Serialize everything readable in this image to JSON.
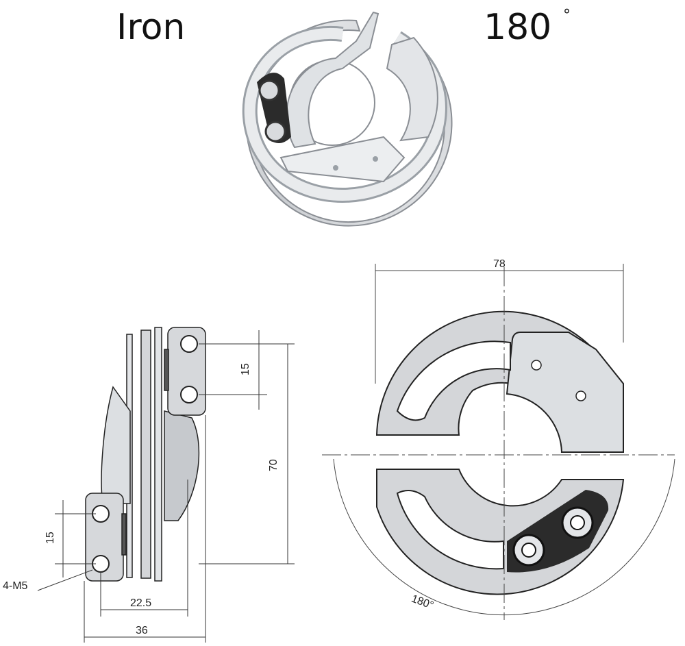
{
  "header": {
    "material": "Iron",
    "angle": "180",
    "degree_symbol": "°"
  },
  "side_view": {
    "dimensions": {
      "hole_spacing_top": "15",
      "height": "70",
      "hole_spacing_bottom": "15",
      "hole_offset": "22.5",
      "width": "36",
      "holes": "4-M5"
    }
  },
  "front_view": {
    "dimensions": {
      "diameter": "78",
      "rotation": "180°"
    }
  },
  "colors": {
    "metal": "#d4d6d9",
    "metal_dark": "#a9adb3",
    "outline": "#222222",
    "pad": "#2b2b2b",
    "line": "#333333"
  }
}
